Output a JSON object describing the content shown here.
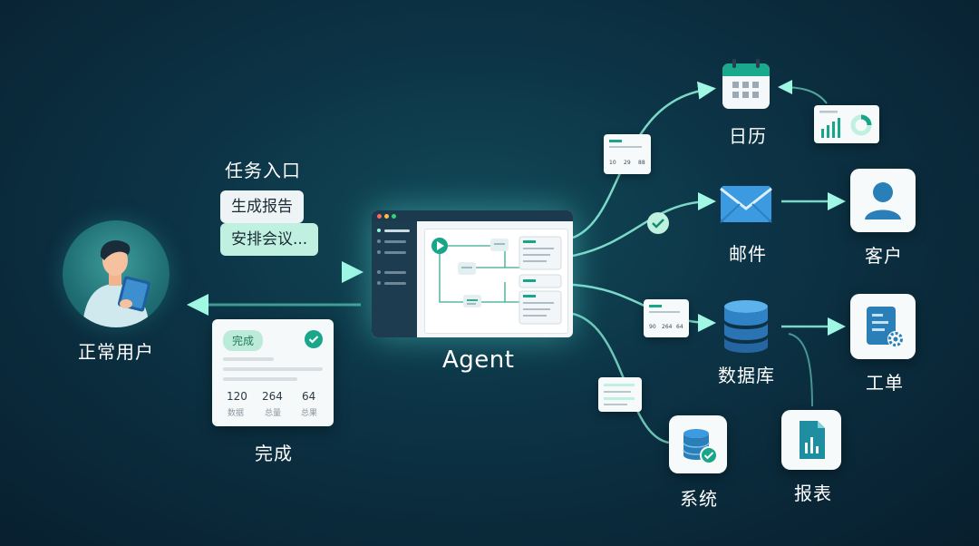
{
  "user": {
    "label": "正常用户"
  },
  "task": {
    "title": "任务入口",
    "bubbles": [
      "生成报告",
      "安排会议..."
    ]
  },
  "done": {
    "label": "完成",
    "badge": "完成",
    "stats": [
      {
        "value": "120",
        "label": "数据"
      },
      {
        "value": "264",
        "label": "总量"
      },
      {
        "value": "64",
        "label": "总果"
      }
    ]
  },
  "agent": {
    "label": "Agent"
  },
  "destinations": {
    "calendar": "日历",
    "mail": "邮件",
    "database": "数据库",
    "system": "系统",
    "report": "报表",
    "customer": "客户",
    "ticket": "工单"
  },
  "mini_cards": {
    "top_stats": [
      "10",
      "29",
      "88"
    ],
    "mid_stats": [
      "90",
      "264",
      "64"
    ]
  },
  "colors": {
    "accent": "#5fe0c4",
    "tile_icon": "#2a7fb8",
    "check": "#1aa68a"
  }
}
